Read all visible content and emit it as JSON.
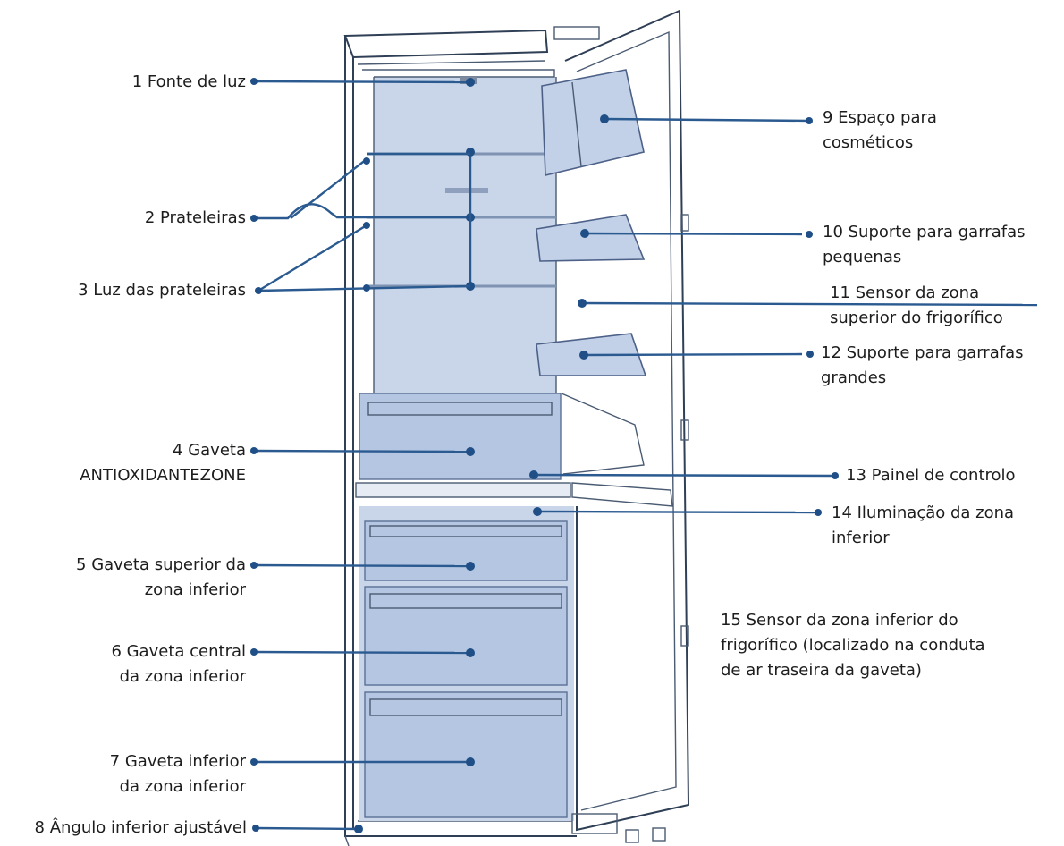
{
  "labels": {
    "l1": [
      "1 Fonte de luz"
    ],
    "l2": [
      "2 Prateleiras"
    ],
    "l3": [
      "3 Luz das prateleiras"
    ],
    "l4": [
      "4 Gaveta",
      "ANTIOXIDANTEZONE"
    ],
    "l5": [
      "5 Gaveta superior da",
      "zona inferior"
    ],
    "l6": [
      "6 Gaveta central",
      "da zona inferior"
    ],
    "l7": [
      "7 Gaveta inferior",
      "da zona inferior"
    ],
    "l8": [
      "8 Ângulo inferior ajustável"
    ],
    "l9": [
      "9 Espaço para",
      "cosméticos"
    ],
    "l10": [
      "10 Suporte para garrafas",
      "pequenas"
    ],
    "l11": [
      "11 Sensor da zona",
      "superior do frigorífico"
    ],
    "l12": [
      "12 Suporte para garrafas",
      "grandes"
    ],
    "l13": [
      "13 Painel de controlo"
    ],
    "l14": [
      "14 Iluminação da zona",
      "inferior"
    ],
    "l15": [
      "15 Sensor da zona inferior do",
      "frigorífico (localizado na conduta",
      "de ar traseira da gaveta)"
    ]
  },
  "colors": {
    "leader": "#2a5a90",
    "interior": "#c9d6ea",
    "outline": "#2f3f55"
  }
}
